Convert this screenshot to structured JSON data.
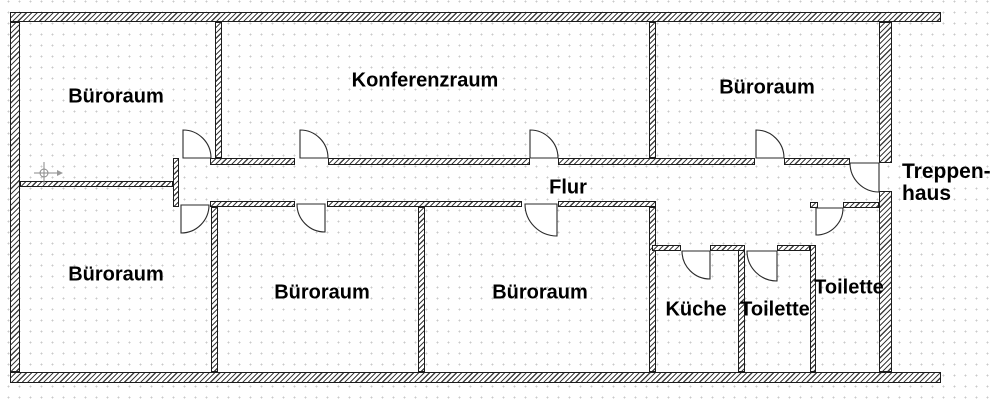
{
  "floorplan": {
    "rooms": {
      "office_top_left": {
        "label": "Büroraum"
      },
      "conference": {
        "label": "Konferenzraum"
      },
      "office_top_right": {
        "label": "Büroraum"
      },
      "corridor": {
        "label": "Flur"
      },
      "stairwell": {
        "label_line1": "Treppen-",
        "label_line2": "haus"
      },
      "office_bottom_left": {
        "label": "Büroraum"
      },
      "office_bottom_mid": {
        "label": "Büroraum"
      },
      "office_bottom_right": {
        "label": "Büroraum"
      },
      "kitchen": {
        "label": "Küche"
      },
      "toilet_mid": {
        "label": "Toilette"
      },
      "toilet_right": {
        "label": "Toilette"
      }
    },
    "door_count": 11,
    "colors": {
      "wall_line": "#1c1c1c",
      "hatch_line": "#3f3f3f",
      "grid_dot": "#c9c9c9",
      "label_text": "#000000",
      "background": "#ffffff"
    }
  }
}
